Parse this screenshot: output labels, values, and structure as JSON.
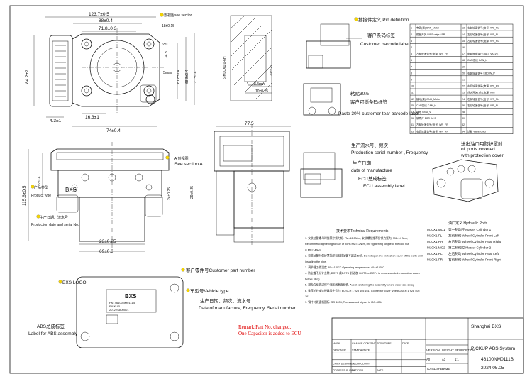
{
  "top_view": {
    "dims": [
      "123.7±0.5",
      "88±0.4",
      "71.8±0.3",
      "18±0.15",
      "6±0.1",
      "34.3",
      "61.8±0.4",
      "68.8±0.4",
      "72.7±0.4",
      "84.2±2",
      "16.3±1",
      "4.3±1",
      "74±0.4",
      "5max"
    ],
    "section_label": "剖视图see section",
    "thread_label": "6-M10X1.0-6H",
    "thread_dims": [
      "120°±2°",
      "8.4min",
      "10±0.25"
    ]
  },
  "front_view": {
    "dims": [
      "115.6±0.5",
      "72.6±0.4",
      "24±0.25",
      "29±0.25",
      "23±0.25",
      "69±0.3"
    ],
    "section_label_cn": "A 剖视图",
    "section_label_en": "See section A",
    "product_type": "产品类型",
    "product_type_en": "Product type",
    "bxs_mark": "BXS",
    "serial_cn": "生产日期、流水号",
    "serial_en": "Production date and serial No."
  },
  "side_view": {
    "dims": [
      "77.5"
    ],
    "serial_cn": "生产流水号、频次",
    "serial_en": "Production serial number , Frequency",
    "date_cn": "生产日期",
    "date_en": "date of manufacture",
    "ecu_cn": "ECU总成标签",
    "ecu_en": "ECU assembly label"
  },
  "labels_top": {
    "barcode_cn": "客户条码标签",
    "barcode_en": "Customer barcode label",
    "tear_cn1": "粘贴30%",
    "tear_cn2": "客户可撕条码标签",
    "tear_en": "Paste 30% customer tear barcode label"
  },
  "pin_definition": {
    "title": "插接件定义 Pin definition",
    "rows": [
      [
        "1",
        "电源(泵) BAT_Motor",
        "13",
        "右前轮速信号(信号) WS_RL"
      ],
      [
        "2",
        "踏板开关 WSS output FR",
        "14",
        "左后轮速信号(信号) WS_FL"
      ],
      [
        "3",
        "",
        "15",
        "左后轮速信号(电源) WS_RL"
      ],
      [
        "4",
        "",
        "16",
        ""
      ],
      [
        "5",
        "左前轮速信号(电源) WS_FR",
        "17",
        "电磁阀电源(+) BAT_VALVE"
      ],
      [
        "6",
        "",
        "18",
        "CAN低线 CAN_L"
      ],
      [
        "7",
        "",
        "19",
        ""
      ],
      [
        "8",
        "",
        "20",
        "右前轮速信号 EBD WLP"
      ],
      [
        "9",
        "",
        "21",
        ""
      ],
      [
        "10",
        "",
        "22",
        "右后轮速信号(电源) WS_RR"
      ],
      [
        "11",
        "",
        "23",
        "点火开关(点火电源) IGN"
      ],
      [
        "12",
        "接地(泵) GND_Motor",
        "24",
        "右前轮速信号(信号) WS_FL"
      ],
      [
        "25",
        "CAN高线 CAN_H",
        "26",
        "右后轮速信号(信号) WP_FL"
      ],
      [
        "27",
        "接地 GND_V",
        "28",
        ""
      ],
      [
        "29",
        "故障灯 EBD WLP",
        "30",
        ""
      ],
      [
        "31",
        "左前轮速信号(信号) WP_FR",
        "32",
        ""
      ],
      [
        "33",
        "右后轮速信号(信号) WP_RR",
        "34",
        "诊断 Valve-GND"
      ]
    ]
  },
  "iso_view": {
    "cover_cn": "进出油口用防护罩封",
    "cover_en1": "oil ports covered",
    "cover_en2": "with protection cover"
  },
  "hydraulic_ports": {
    "title": "油口定义 Hydraulic Ports",
    "rows": [
      [
        "M10X1 MC1",
        "第一制动腔 Master Cylinder 1"
      ],
      [
        "M10X1 FL",
        "左前制动 Wheel Cylinder Front Left"
      ],
      [
        "M10X1 RR",
        "右后制动 Wheel Cylinder Rear Right"
      ],
      [
        "M10X1 MC2",
        "第二制动腔 Master Cylinder 2"
      ],
      [
        "M10X1 RL",
        "左后制动 Wheel Cylinder Rear Left"
      ],
      [
        "M10X1 FR",
        "右前制动 Wheel Cylinder Front Right"
      ]
    ]
  },
  "tech_req": {
    "title": "技术要求Technical Requirements",
    "items": [
      "1. 安装油管螺母时推荐拧紧力矩: FM=12.5N•m, 安装螺栓推荐拧紧力矩为: M6=14 N•m,",
      "Recommend tightening torque of ports:FM=12N•m,The tightening torque of the lock nut",
      "is M6=14N•m.",
      "2. 安装油管时保护罩拆卸和安装油管不超过50秒, Do not open the protection cover of the ports until",
      "installing the pipe.",
      "3. 调节器工作温度-40~+120°C Operating temperature:-40~+120°C.",
      "4. 防尘盖不允许去除, DOT3 或DOT4 制动液. DOT3 or DOT4 is recommended.evacuation cases",
      "before filling.",
      "5. 避免在组装过程中液压阀表面划伤, Avoid scratching the assembly where water can spray",
      "6. 推荐的线束连接器零件号为: BOSCH 1 928 405 161, Connector cover type:BOSCH 1 928 405",
      "161.",
      "7. 钢片材质遵循国标 ISO 4034, The standard of part is ISO-4034"
    ]
  },
  "label_detail": {
    "customer_pn": "客户零件号Customer part number",
    "logo_label": "BXS LOGO",
    "brand": "BXS",
    "pn_line": "PN: 46100NM0111B",
    "pickup_line": "PICKUP",
    "date_line": "20122SA00001",
    "vehicle_type": "车型号Vehicle type",
    "serial_cn": "生产日期、频次、流水号",
    "serial_en": "Date of manufacture, Frequency, Serial number",
    "abs_cn": "ABS总成标签",
    "abs_en": "Label for ABS assembly"
  },
  "remark": {
    "line1": "Remark:Part No. changed.",
    "line2": "One Capacitor is added to ECU"
  },
  "title_block": {
    "company": "Shanghai BXS",
    "system": "PICKUP ABS System",
    "part_no": "46100NM0111B",
    "date": "2024.05.05",
    "left_rows": [
      [
        "MARK",
        "CHANGE CONTENT",
        "SIGNATURE",
        "DATE"
      ],
      [
        "DESIGNER",
        "STANDARDIZE",
        "",
        ""
      ],
      [
        "",
        "",
        "",
        ""
      ],
      [
        "CHIEF DESIGNER",
        "TECHNOLOGY",
        "",
        ""
      ],
      [
        "PROCESS CHECK",
        "RATIFIER",
        "DATE",
        ""
      ]
    ],
    "right_rows": [
      [
        "VERSION",
        "WEIGHT",
        "PROPORTION",
        ""
      ],
      [
        "A0",
        "A3",
        "1:1",
        ""
      ],
      [
        "TOTAL SHEETS",
        "PAGE",
        "",
        ""
      ]
    ]
  },
  "colors": {
    "line": "#111111",
    "remark_red": "#e00000",
    "marker_yellow": "#f5d400"
  }
}
